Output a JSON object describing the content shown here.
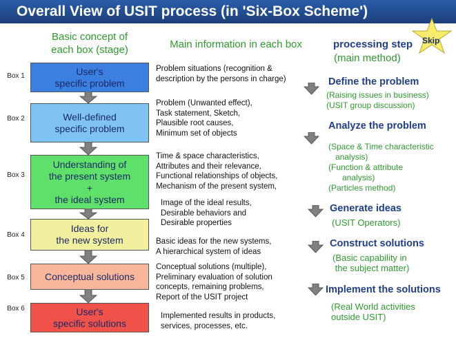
{
  "title": "Overall View of USIT process (in 'Six-Box Scheme')",
  "headers": {
    "basic_concept": "Basic concept of\neach box (stage)",
    "main_info": "Main information in each box",
    "processing_step": "processing step",
    "main_method": "(main method)",
    "skip": "Skip"
  },
  "boxes": [
    {
      "label": "Box\n1",
      "stage": "User's\nspecific problem",
      "color": "#3b7fe0"
    },
    {
      "label": "Box\n2",
      "stage": "Well-defined\nspecific problem",
      "color": "#7ec3f3"
    },
    {
      "label": "Box\n3",
      "stage": "Understanding of\nthe present system\n+\nthe ideal system",
      "color": "#5fe06a"
    },
    {
      "label": "Box\n4",
      "stage": "Ideas for\nthe new system",
      "color": "#f2ef9e"
    },
    {
      "label": "Box\n5",
      "stage": "Conceptual solutions",
      "color": "#f8b79a"
    },
    {
      "label": "Box\n6",
      "stage": "User's\nspecific solutions",
      "color": "#f0524a"
    }
  ],
  "info": [
    "Problem situations  (recognition &\ndescription by the persons in charge)",
    "Problem (Unwanted effect),\nTask statement,    Sketch,\nPlausible root causes,\nMinimum set of objects",
    "Time & space characteristics,\nAttributes and their relevance,\nFunctional relationships of objects,\nMechanism of the present system,",
    "Image of the ideal results,\nDesirable behaviors and\nDesirable properties",
    "Basic ideas for the new systems,\nA hierarchical system of ideas",
    "Conceptual solutions (multiple),\nPreliminary evaluation of solution\n   concepts,  remaining problems,\nReport of the USIT project",
    "Implemented results in products,\nservices, processes, etc."
  ],
  "steps": [
    {
      "name": "Define the problem",
      "method": "(Raising issues in business)\n(USIT group discussion)"
    },
    {
      "name": "Analyze the problem",
      "method": "(Space & Time characteristic\n   analysis)\n(Function & attribute\n      analysis)\n(Particles method)"
    },
    {
      "name": "Generate ideas",
      "method": "(USIT Operators)"
    },
    {
      "name": "Construct solutions",
      "method": "(Basic capability in\n the subject matter)"
    },
    {
      "name": "Implement the solutions",
      "method": "(Real World activities\noutside USIT)"
    }
  ],
  "colors": {
    "title_bar": "#1b3f7a",
    "header_green": "#2e9a2e",
    "step_blue": "#1f3f8a",
    "arrow_gray": "#808080",
    "star": "#f4ec6a"
  }
}
